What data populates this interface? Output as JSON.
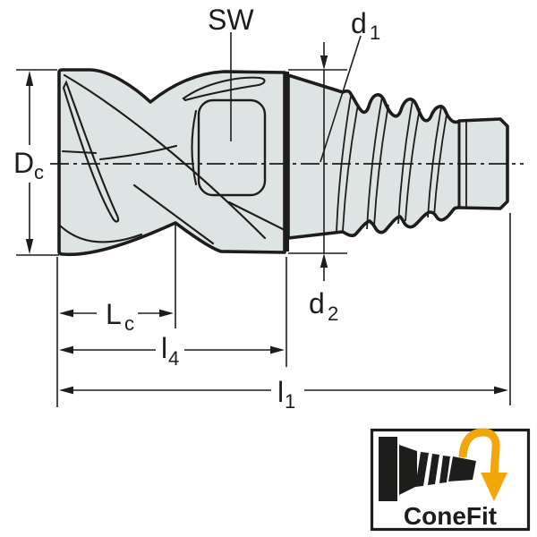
{
  "drawing": {
    "title": "ConeFit exchangeable milling head dimension drawing",
    "labels": {
      "sw": "SW",
      "d1": {
        "base": "d",
        "sub": "1"
      },
      "dc": {
        "base": "D",
        "sub": "c"
      },
      "d2": {
        "base": "d",
        "sub": "2"
      },
      "lc": {
        "base": "L",
        "sub": "c"
      },
      "l4": {
        "base": "l",
        "sub": "4"
      },
      "l1": {
        "base": "l",
        "sub": "1"
      }
    },
    "colors": {
      "line": "#1d1d1b",
      "body_fill": "#dee3e3",
      "accent_yellow": "#f2a60a"
    }
  },
  "logo": {
    "text": "ConeFit"
  }
}
